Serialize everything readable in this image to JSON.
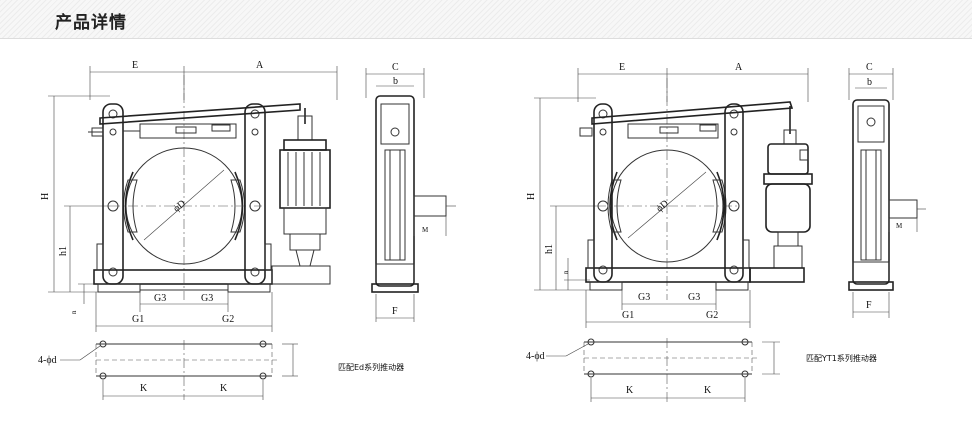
{
  "header": {
    "title": "产品详情"
  },
  "drawings": [
    {
      "id": "ed",
      "caption": "匹配Ed系列推动器",
      "labels": {
        "E": "E",
        "A": "A",
        "H": "H",
        "h1": "h1",
        "n": "n",
        "phiD": "ϕD",
        "G3": "G3",
        "G1": "G1",
        "G2": "G2",
        "C": "C",
        "b": "b",
        "M": "M",
        "F": "F",
        "holes": "4-ϕd",
        "K": "K"
      }
    },
    {
      "id": "yt1",
      "caption": "匹配YT1系列推动器",
      "labels": {
        "E": "E",
        "A": "A",
        "H": "H",
        "h1": "h1",
        "n": "n",
        "phiD": "ϕD",
        "G3": "G3",
        "G1": "G1",
        "G2": "G2",
        "C": "C",
        "b": "b",
        "M": "M",
        "F": "F",
        "holes": "4-ϕd",
        "K": "K"
      }
    }
  ],
  "colors": {
    "line": "#333333",
    "header_bg": "#f3f3f3"
  }
}
